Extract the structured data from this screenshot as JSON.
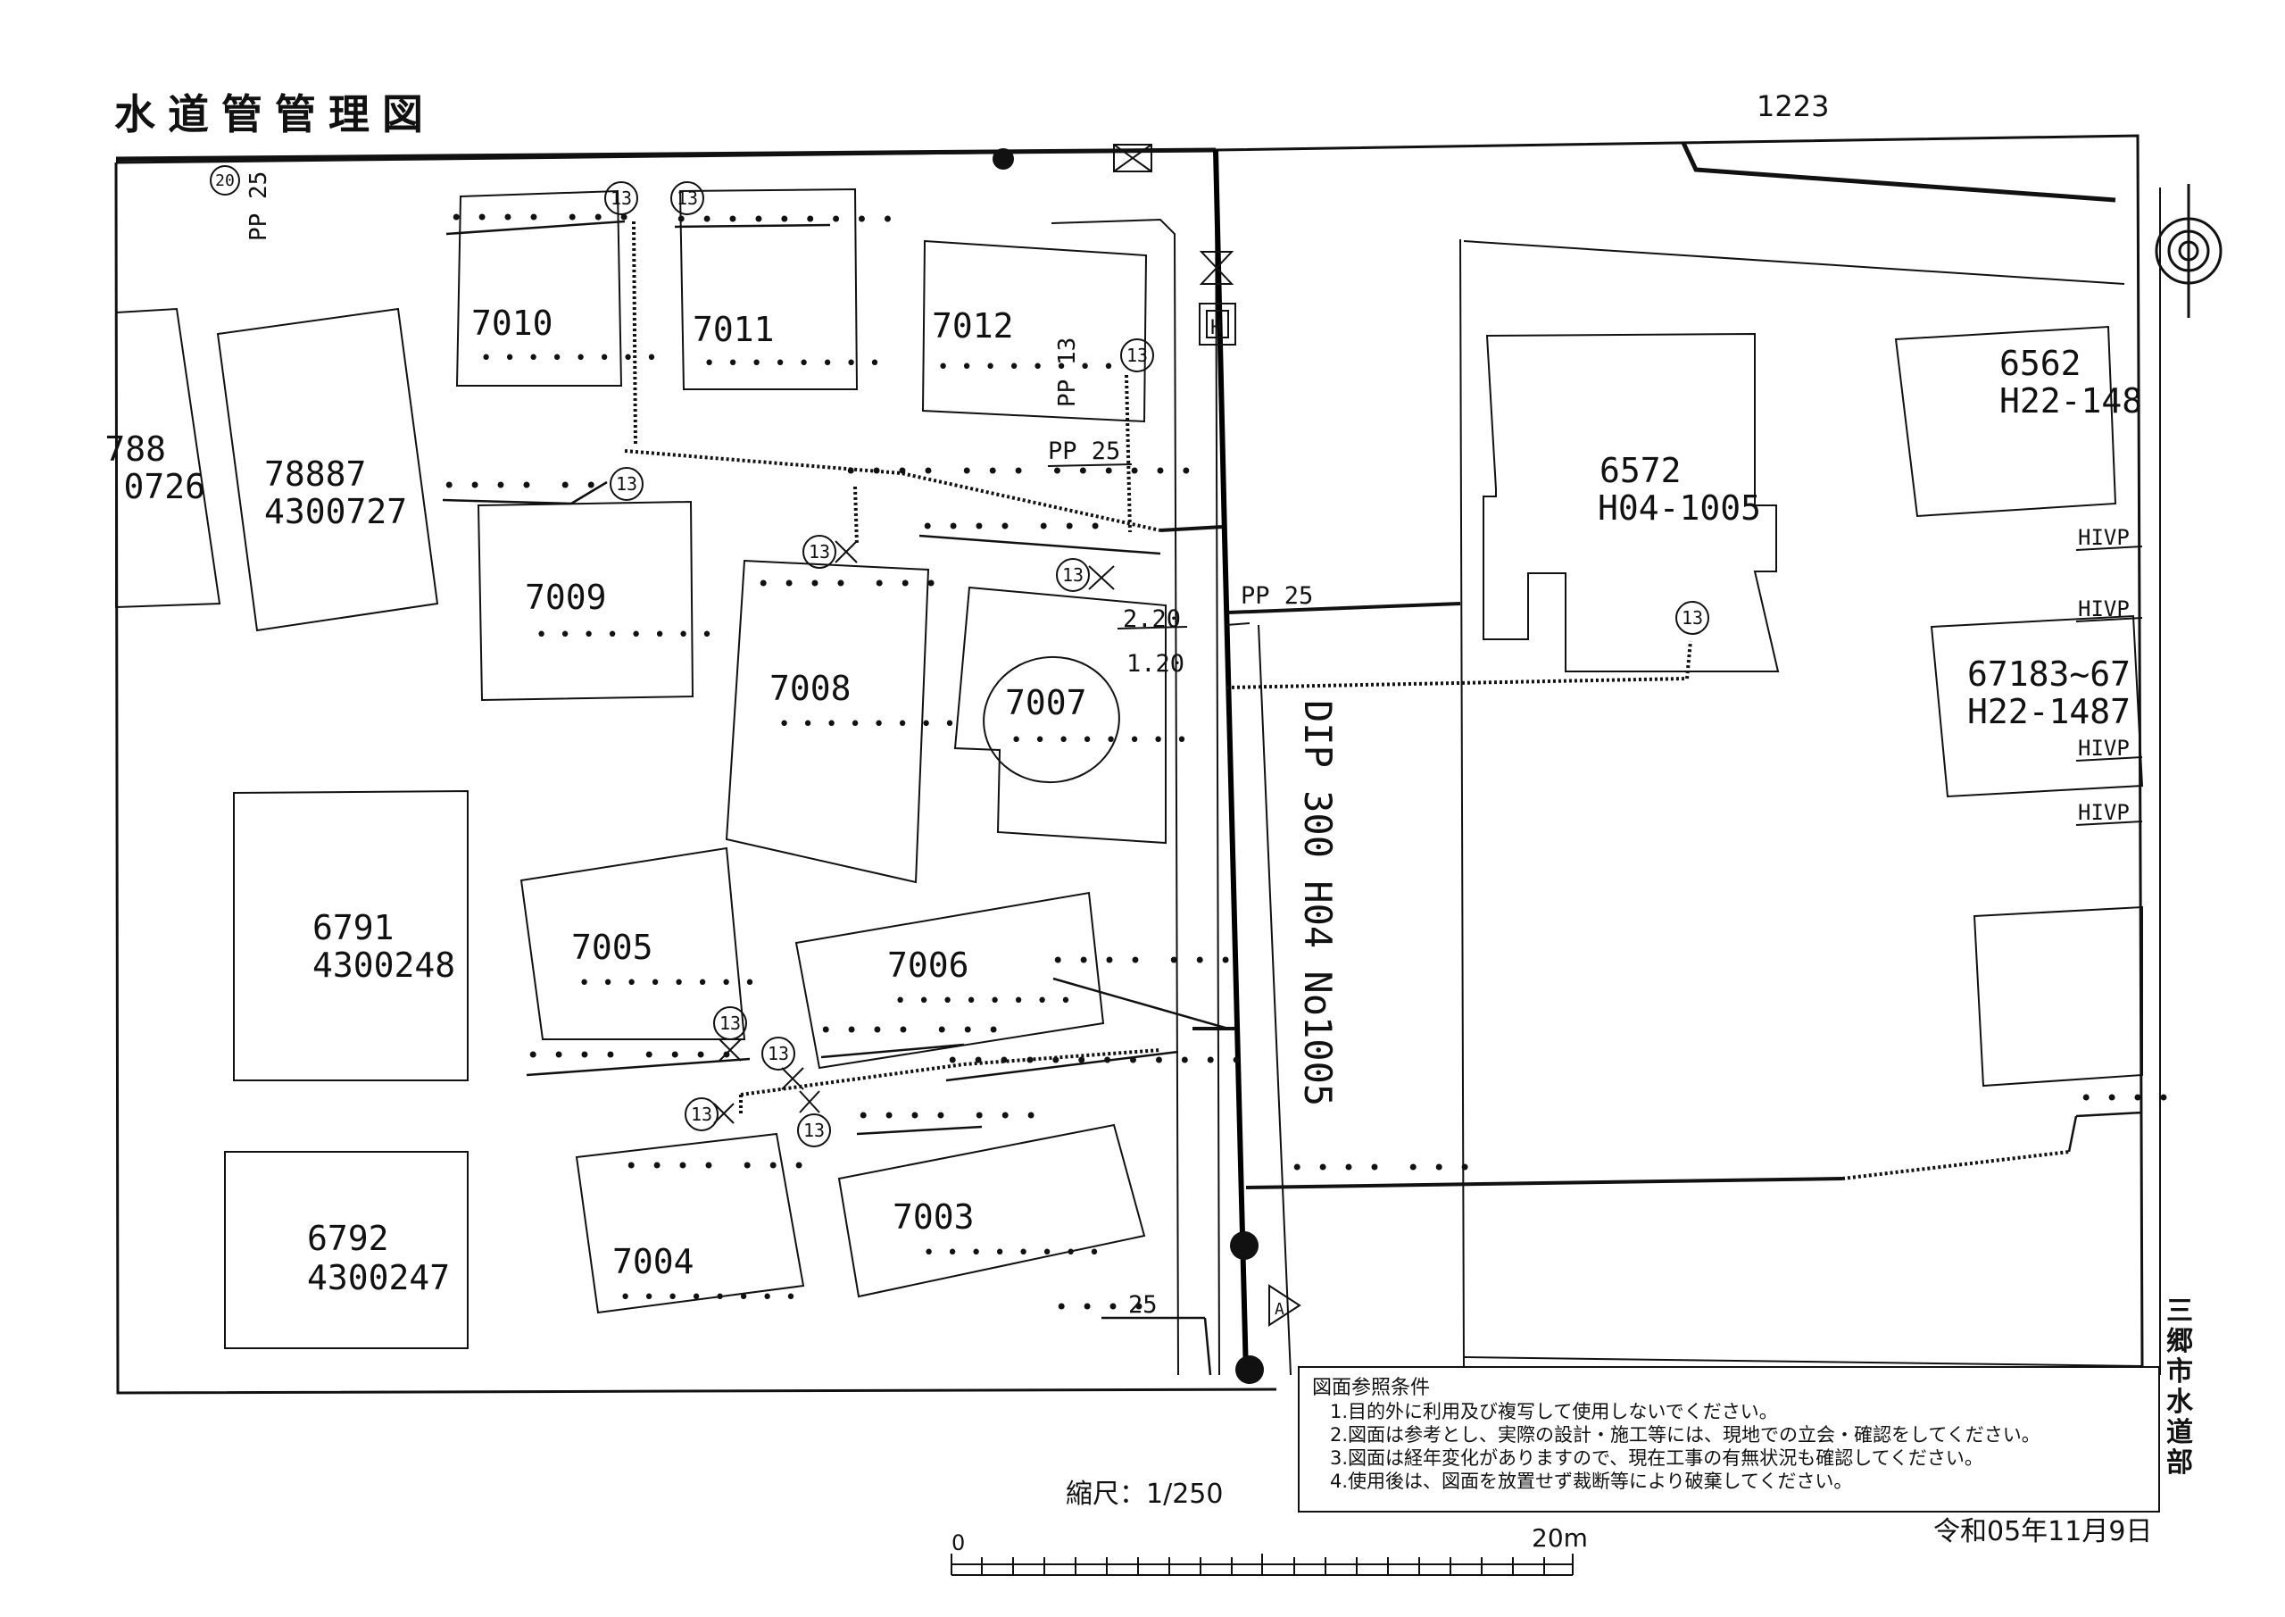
{
  "header": {
    "title": "水道管管理図",
    "sheet_number": "1223"
  },
  "parcels": [
    {
      "number": "7010",
      "code": ""
    },
    {
      "number": "7011",
      "code": ""
    },
    {
      "number": "7012",
      "code": ""
    },
    {
      "number": "788",
      "code": "0726"
    },
    {
      "number": "78887",
      "code": "4300727"
    },
    {
      "number": "7009",
      "code": ""
    },
    {
      "number": "7008",
      "code": ""
    },
    {
      "number": "7007",
      "code": ""
    },
    {
      "number": "6791",
      "code": "4300248"
    },
    {
      "number": "7005",
      "code": ""
    },
    {
      "number": "7006",
      "code": ""
    },
    {
      "number": "6792",
      "code": "4300247"
    },
    {
      "number": "7004",
      "code": ""
    },
    {
      "number": "7003",
      "code": ""
    },
    {
      "number": "6572",
      "code": "H04-1005"
    },
    {
      "number": "6562",
      "code": "H22-148"
    },
    {
      "number": "67183~67",
      "code": "H22-1487"
    }
  ],
  "pipe_labels": {
    "pp25_top": "PP 25",
    "pp13": "PP 13",
    "pp25_mid": "PP 25",
    "pp25_main": "PP 25",
    "dim_a": "2.20",
    "dim_b": "1.20",
    "main_line": "DIP 300 H04 No1005",
    "hivp": "HIVP",
    "bottom_25": "25",
    "service_13": "13",
    "service_20": "20",
    "hydrant": "H",
    "symbol_a": "A"
  },
  "notice": {
    "title": "図面参照条件",
    "items": [
      "1.目的外に利用及び複写して使用しないでください。",
      "2.図面は参考とし、実際の設計・施工等には、現地での立会・確認をしてください。",
      "3.図面は経年変化がありますので、現在工事の有無状況も確認してください。",
      "4.使用後は、図面を放置せず裁断等により破棄してください。"
    ]
  },
  "department": "三郷市水道部",
  "scale": {
    "label": "縮尺：1/250",
    "zero": "0",
    "max": "20m"
  },
  "date": "令和05年11月9日"
}
